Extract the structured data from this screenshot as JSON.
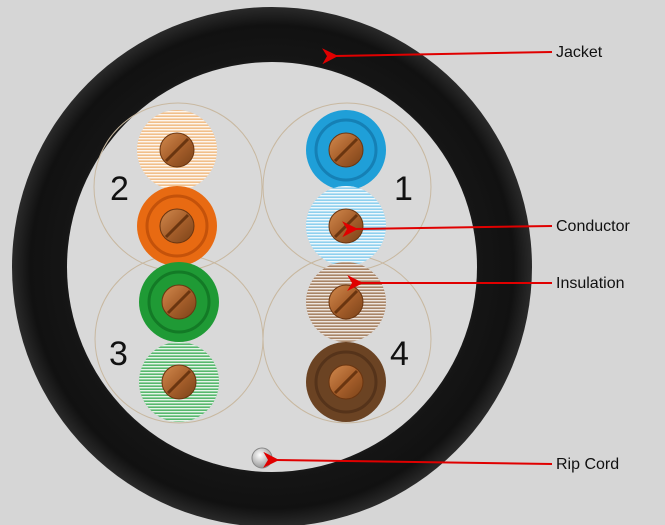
{
  "labels": {
    "jacket": "Jacket",
    "conductor": "Conductor",
    "insulation": "Insulation",
    "rip_cord": "Rip Cord"
  },
  "pairs": [
    {
      "number": "1",
      "solid": "#1f9fd8",
      "stripe": "#8fd0ee"
    },
    {
      "number": "2",
      "solid": "#e86a12",
      "stripe": "#f1bf8a"
    },
    {
      "number": "3",
      "solid": "#1f9a35",
      "stripe": "#57b86d"
    },
    {
      "number": "4",
      "solid": "#6b4323",
      "stripe": "#a88466"
    }
  ],
  "colors": {
    "background": "#d6d6d6",
    "jacket": "#1b1b1b",
    "interior": "#d9d9d9",
    "copper": "#b06a36",
    "leader": "#e00000",
    "pair_outline": "#c8b8a0"
  }
}
